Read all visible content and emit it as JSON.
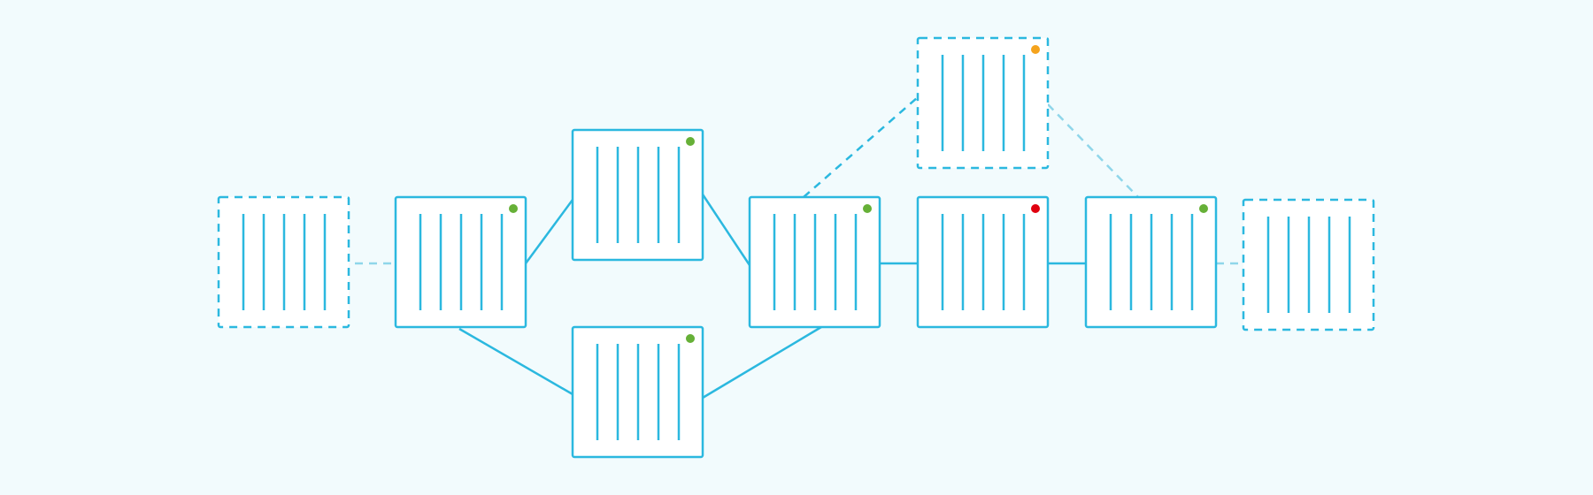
{
  "colors": {
    "background": "#f2fbfd",
    "accent": "#2bb8df",
    "accent_light": "#8fd6ea",
    "node_fill": "#ffffff",
    "status_green": "#66b037",
    "status_orange": "#f5a31d",
    "status_red": "#e0000f"
  },
  "diagram": {
    "nodes": [
      {
        "id": "n1",
        "icon": "server-rack-icon",
        "style": "dashed",
        "status": null
      },
      {
        "id": "n2",
        "icon": "server-rack-icon",
        "style": "solid",
        "status": "green"
      },
      {
        "id": "n3",
        "icon": "server-rack-icon",
        "style": "solid",
        "status": "green"
      },
      {
        "id": "n4",
        "icon": "server-rack-icon",
        "style": "solid",
        "status": "green"
      },
      {
        "id": "n5",
        "icon": "server-rack-icon",
        "style": "solid",
        "status": "green"
      },
      {
        "id": "n6",
        "icon": "server-rack-icon",
        "style": "dashed",
        "status": "orange"
      },
      {
        "id": "n7",
        "icon": "server-rack-icon",
        "style": "solid",
        "status": "red"
      },
      {
        "id": "n8",
        "icon": "server-rack-icon",
        "style": "solid",
        "status": "green"
      },
      {
        "id": "n9",
        "icon": "server-rack-icon",
        "style": "dashed",
        "status": null
      }
    ],
    "edges": [
      {
        "from": "n1",
        "to": "n2",
        "style": "dashed-light"
      },
      {
        "from": "n2",
        "to": "n3",
        "style": "solid"
      },
      {
        "from": "n2",
        "to": "n4",
        "style": "solid"
      },
      {
        "from": "n3",
        "to": "n5",
        "style": "solid"
      },
      {
        "from": "n4",
        "to": "n5",
        "style": "solid"
      },
      {
        "from": "n5",
        "to": "n6",
        "style": "dashed"
      },
      {
        "from": "n5",
        "to": "n7",
        "style": "solid"
      },
      {
        "from": "n7",
        "to": "n8",
        "style": "solid"
      },
      {
        "from": "n6",
        "to": "n8",
        "style": "dashed-light"
      },
      {
        "from": "n8",
        "to": "n9",
        "style": "dashed-light"
      }
    ]
  }
}
